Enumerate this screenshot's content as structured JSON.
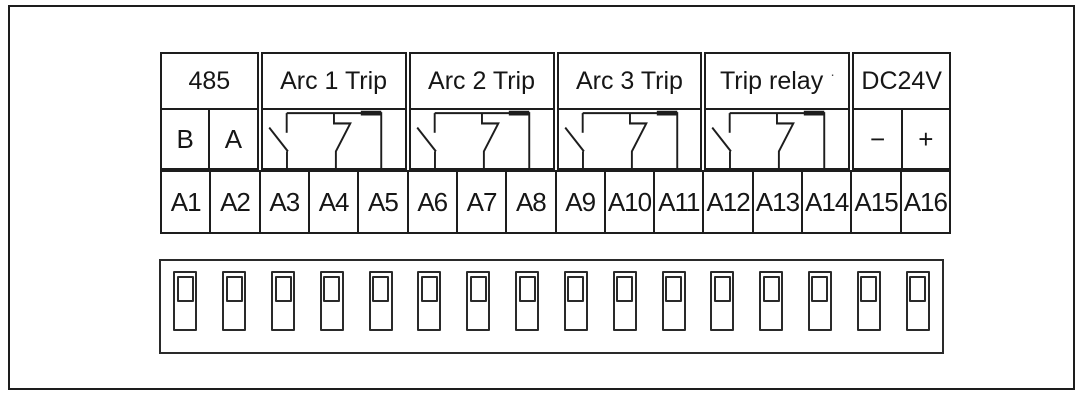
{
  "colors": {
    "line": "#1d1d1d",
    "background": "#ffffff"
  },
  "table": {
    "groups": [
      {
        "name": "485",
        "header": "485",
        "sub_left": "B",
        "sub_right": "A"
      },
      {
        "name": "arc-1-trip",
        "header": "Arc 1 Trip"
      },
      {
        "name": "arc-2-trip",
        "header": "Arc 2 Trip"
      },
      {
        "name": "arc-3-trip",
        "header": "Arc 3 Trip"
      },
      {
        "name": "trip-relay",
        "header": "Trip relay",
        "mark": "·"
      },
      {
        "name": "dc24v",
        "header": "DC24V",
        "sub_left": "−",
        "sub_right": "+"
      }
    ],
    "terminals": [
      "A1",
      "A2",
      "A3",
      "A4",
      "A5",
      "A6",
      "A7",
      "A8",
      "A9",
      "A10",
      "A11",
      "A12",
      "A13",
      "A14",
      "A15",
      "A16"
    ]
  },
  "strip": {
    "terminal_count": 16
  },
  "icons": {
    "contact": "relay-changeover-contact-icon",
    "screw": "screw-terminal-icon"
  }
}
